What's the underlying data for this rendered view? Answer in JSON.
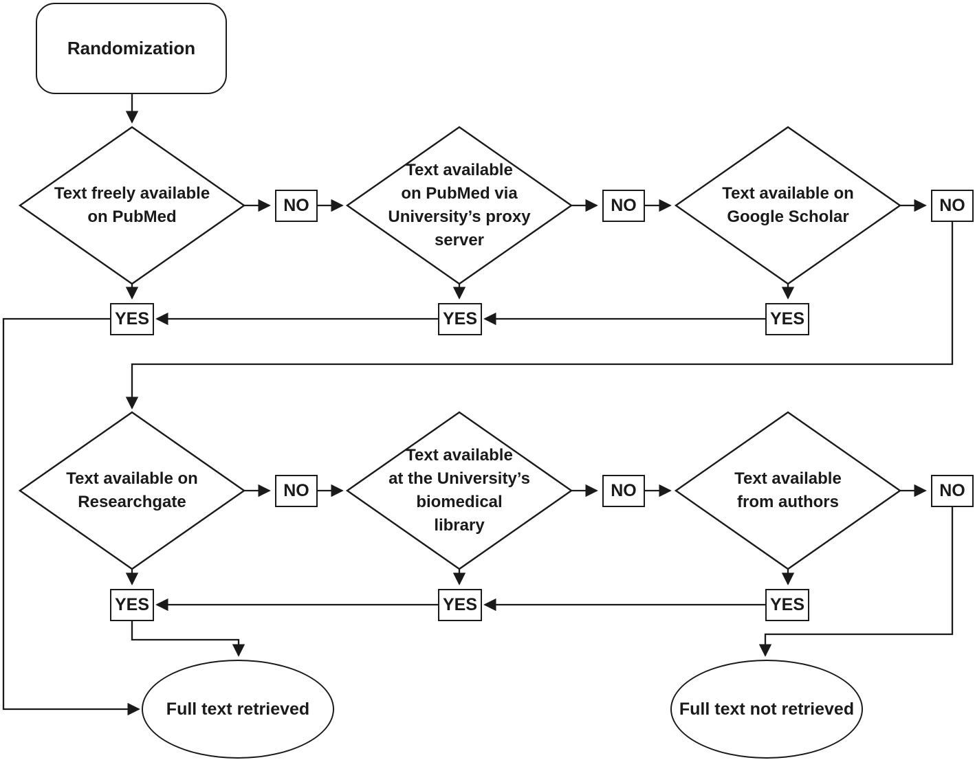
{
  "flowchart": {
    "start_label": "Randomization",
    "decisions": {
      "pubmed_free": "Text freely available\non PubMed",
      "pubmed_proxy": "Text available\non PubMed via\nUniversity’s proxy\nserver",
      "google_scholar": "Text available on\nGoogle Scholar",
      "researchgate": "Text available on\nResearchgate",
      "biomedical_library": "Text available\nat the University’s\nbiomedical\nlibrary",
      "authors": "Text available\nfrom authors"
    },
    "edge_labels": {
      "no": "NO",
      "yes": "YES"
    },
    "outcomes": {
      "retrieved": "Full text retrieved",
      "not_retrieved": "Full text not retrieved"
    },
    "colors": {
      "stroke": "#1a1a1a",
      "background": "#ffffff",
      "text": "#1a1a1a"
    }
  }
}
